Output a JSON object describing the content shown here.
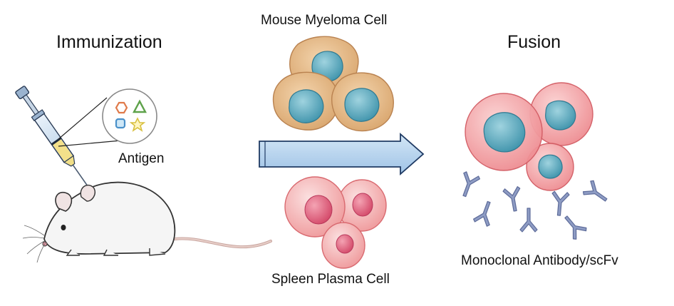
{
  "labels": {
    "immunization": "Immunization",
    "myeloma": "Mouse Myeloma Cell",
    "fusion": "Fusion",
    "antigen": "Antigen",
    "plasma": "Spleen Plasma Cell",
    "antibody": "Monoclonal Antibody/scFv"
  },
  "colors": {
    "myeloma_body": "#e5b98a",
    "myeloma_nucleus": "#5aaabf",
    "plasma_body": "#f3b3b3",
    "plasma_nucleus": "#e0607c",
    "arrow_fill": "#bcd7ef",
    "antibody": "#8e9cc4",
    "syringe_liquid": "#f3e08a"
  }
}
